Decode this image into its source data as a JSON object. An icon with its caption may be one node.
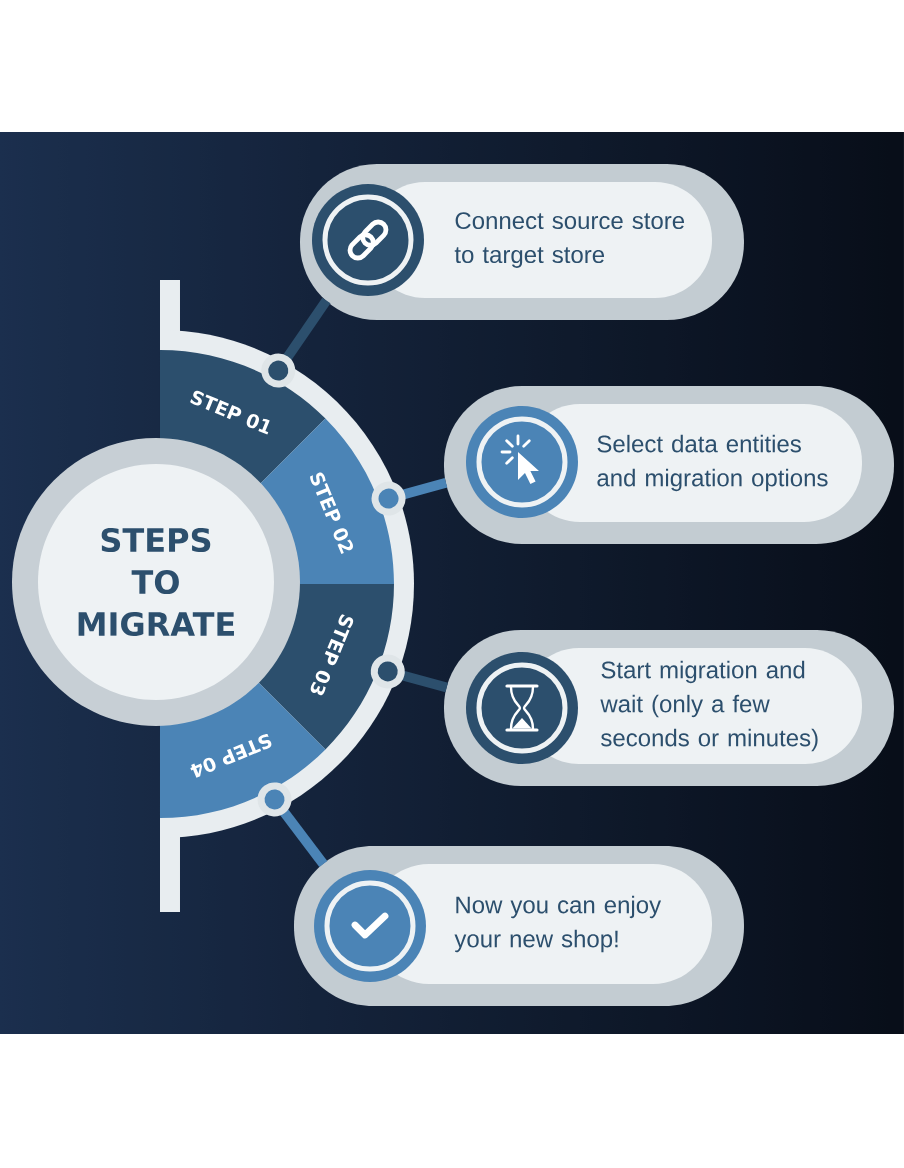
{
  "diagram": {
    "nodes": [
      {
        "text": [
          "STEPS TO MIGRATE"
        ]
      },
      {
        "text": [
          "STEP 01"
        ]
      },
      {
        "text": [
          "STEP 02"
        ]
      },
      {
        "text": [
          "STEP 03"
        ]
      },
      {
        "text": [
          "STEP 04"
        ]
      },
      {
        "text": [
          "Connect source store to target store"
        ]
      },
      {
        "text": [
          "Select data entities and migration options"
        ]
      },
      {
        "text": [
          "Start migration and wait (only a few seconds or minutes)"
        ]
      },
      {
        "text": [
          "Now you can enjoy your new shop!"
        ]
      }
    ],
    "edges": [
      {
        "from": 1,
        "to": 5,
        "arrow": "other"
      },
      {
        "from": 2,
        "to": 6,
        "arrow": "other",
        "color": "#4b84b6"
      },
      {
        "from": 3,
        "to": 7,
        "arrow": "other"
      },
      {
        "from": 4,
        "to": 8,
        "arrow": "other",
        "color": "#4b84b6"
      }
    ]
  }
}
